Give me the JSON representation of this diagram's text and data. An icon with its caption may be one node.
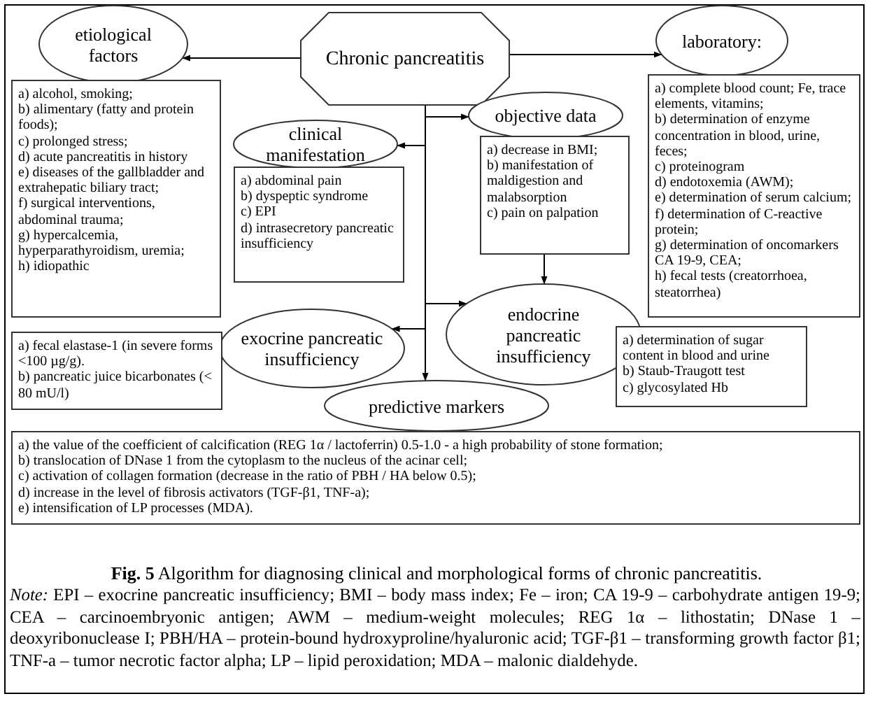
{
  "diagram": {
    "caption": "**Fig. 5** Algorithm for diagnosing clinical and morphological forms of chronic pancreatitis.",
    "nodes": [
      {
        "text": [
          "Chronic pancreatitis"
        ]
      },
      {
        "text": [
          "etiological factors"
        ]
      },
      {
        "text": [
          "a) alcohol, smoking;",
          "b) alimentary (fatty and protein foods);",
          "c) prolonged stress;",
          "d) acute pancreatitis in history",
          "e) diseases of the gallbladder and extrahepatic biliary tract;",
          "f) surgical interventions, abdominal trauma;",
          "g) hypercalcemia, hyperparathyroidism, uremia;",
          "h) idiopathic"
        ]
      },
      {
        "text": [
          "laboratory:"
        ]
      },
      {
        "text": [
          "a) complete blood count; Fe, trace elements, vitamins;",
          "b) determination of enzyme concentration in blood, urine, feces;",
          "c) proteinogram",
          "d) endotoxemia (AWM);",
          "e) determination of serum calcium;",
          "f) determination of C-reactive protein;",
          "g) determination of oncomarkers CA 19-9, CEA;",
          "h) fecal tests (creatorrhoea, steatorrhea)"
        ]
      },
      {
        "text": [
          "clinical manifestation"
        ]
      },
      {
        "text": [
          "a) abdominal pain",
          "b) dyspeptic syndrome",
          "c) EPI",
          "d) intrasecretory pancreatic insufficiency"
        ]
      },
      {
        "text": [
          "objective data"
        ]
      },
      {
        "text": [
          "a) decrease in BMI;",
          "b) manifestation of maldigestion and malabsorption",
          "c) pain on palpation"
        ]
      },
      {
        "text": [
          "exocrine pancreatic insufficiency"
        ]
      },
      {
        "text": [
          "a) fecal elastase-1 (in severe forms <100 µg/g).",
          "b) pancreatic juice bicarbonates (< 80 mU/l)"
        ]
      },
      {
        "text": [
          "endocrine pancreatic insufficiency"
        ]
      },
      {
        "text": [
          "a) determination of sugar content in blood and urine",
          "b) Staub-Traugott test",
          "c) glycosylated Hb"
        ]
      },
      {
        "text": [
          "predictive markers"
        ]
      },
      {
        "text": [
          "a) the value of the coefficient of calcification (REG 1α / lactoferrin) 0.5-1.0 - a high probability of stone formation;",
          "b) translocation of DNase 1 from the cytoplasm to the nucleus of the acinar cell;",
          "c) activation of collagen formation (decrease in the ratio of PBH / HA below 0.5);",
          "d) increase in the level of fibrosis activators (TGF-β1, TNF-a);",
          "e) intensification of LP processes (MDA)."
        ]
      }
    ],
    "edges": [
      {
        "from": 0,
        "to": 1,
        "arrow": "to"
      },
      {
        "from": 0,
        "to": 3,
        "arrow": "to"
      },
      {
        "from": 0,
        "to": 5,
        "arrow": "to"
      },
      {
        "from": 0,
        "to": 7,
        "arrow": "to"
      },
      {
        "from": 0,
        "to": 9,
        "arrow": "to"
      },
      {
        "from": 0,
        "to": 11,
        "arrow": "to"
      },
      {
        "from": 0,
        "to": 13,
        "arrow": "to"
      },
      {
        "from": 8,
        "to": 11,
        "arrow": "to"
      }
    ],
    "labels": [
      "*Note:* EPI – exocrine pancreatic insufficiency; BMI – body mass index; Fe – iron; CA 19-9 – carbohydrate antigen 19-9; CEA – carcinoembryonic antigen; AWM – medium-weight molecules; REG 1α – lithostatin; DNase 1 – deoxyribonuclease I; PBH/HA – protein-bound hydroxyproline/hyaluronic acid; TGF-β1 – transforming growth factor β1; TNF-a – tumor necrotic factor alpha; LP – lipid peroxidation; MDA – malonic dialdehyde."
    ]
  }
}
